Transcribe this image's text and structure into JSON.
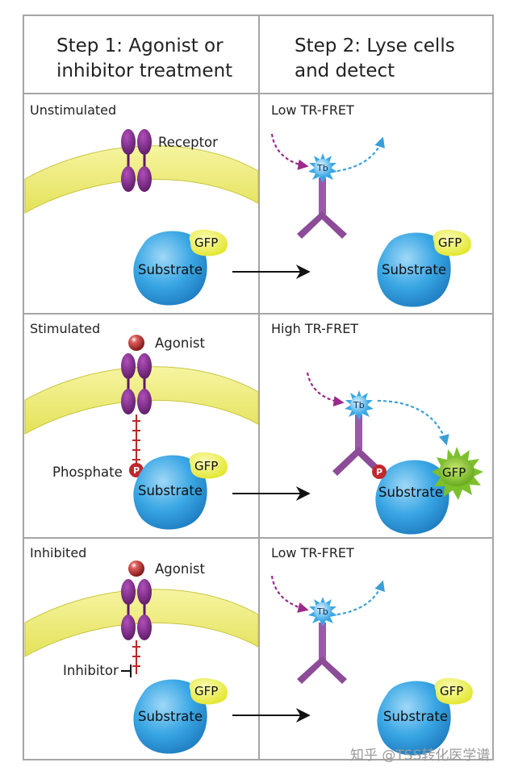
{
  "headers": {
    "step1": [
      "Step 1: Agonist or",
      "inhibitor treatment"
    ],
    "step2": [
      "Step 2: Lyse cells",
      "and detect"
    ]
  },
  "rows": [
    {
      "condition": "Unstimulated",
      "readout": "Low TR-FRET"
    },
    {
      "condition": "Stimulated",
      "readout": "High TR-FRET"
    },
    {
      "condition": "Inhibited",
      "readout": "Low TR-FRET"
    }
  ],
  "labels": {
    "receptor": "Receptor",
    "agonist": "Agonist",
    "phosphate": "Phosphate",
    "inhibitor": "Inhibitor",
    "substrate": "Substrate",
    "gfp": "GFP",
    "tb": "Tb",
    "p": "P"
  },
  "watermark": "知乎 @TSS转化医学谱",
  "colors": {
    "membrane": "#f0ee7a",
    "receptor": "#7a2a86",
    "antibody": "#9a5aa6",
    "substrate": "#3aa7e4",
    "gfp": "#eaee3a",
    "gfp_active": "#7cc02c",
    "agonist": "#b82a2a",
    "phosphate": "#c0282e",
    "arrow_purple": "#9b2a8c",
    "arrow_blue": "#3a9fd8",
    "terbium": "#3aa7e4",
    "grid": "#a5a5a5"
  }
}
